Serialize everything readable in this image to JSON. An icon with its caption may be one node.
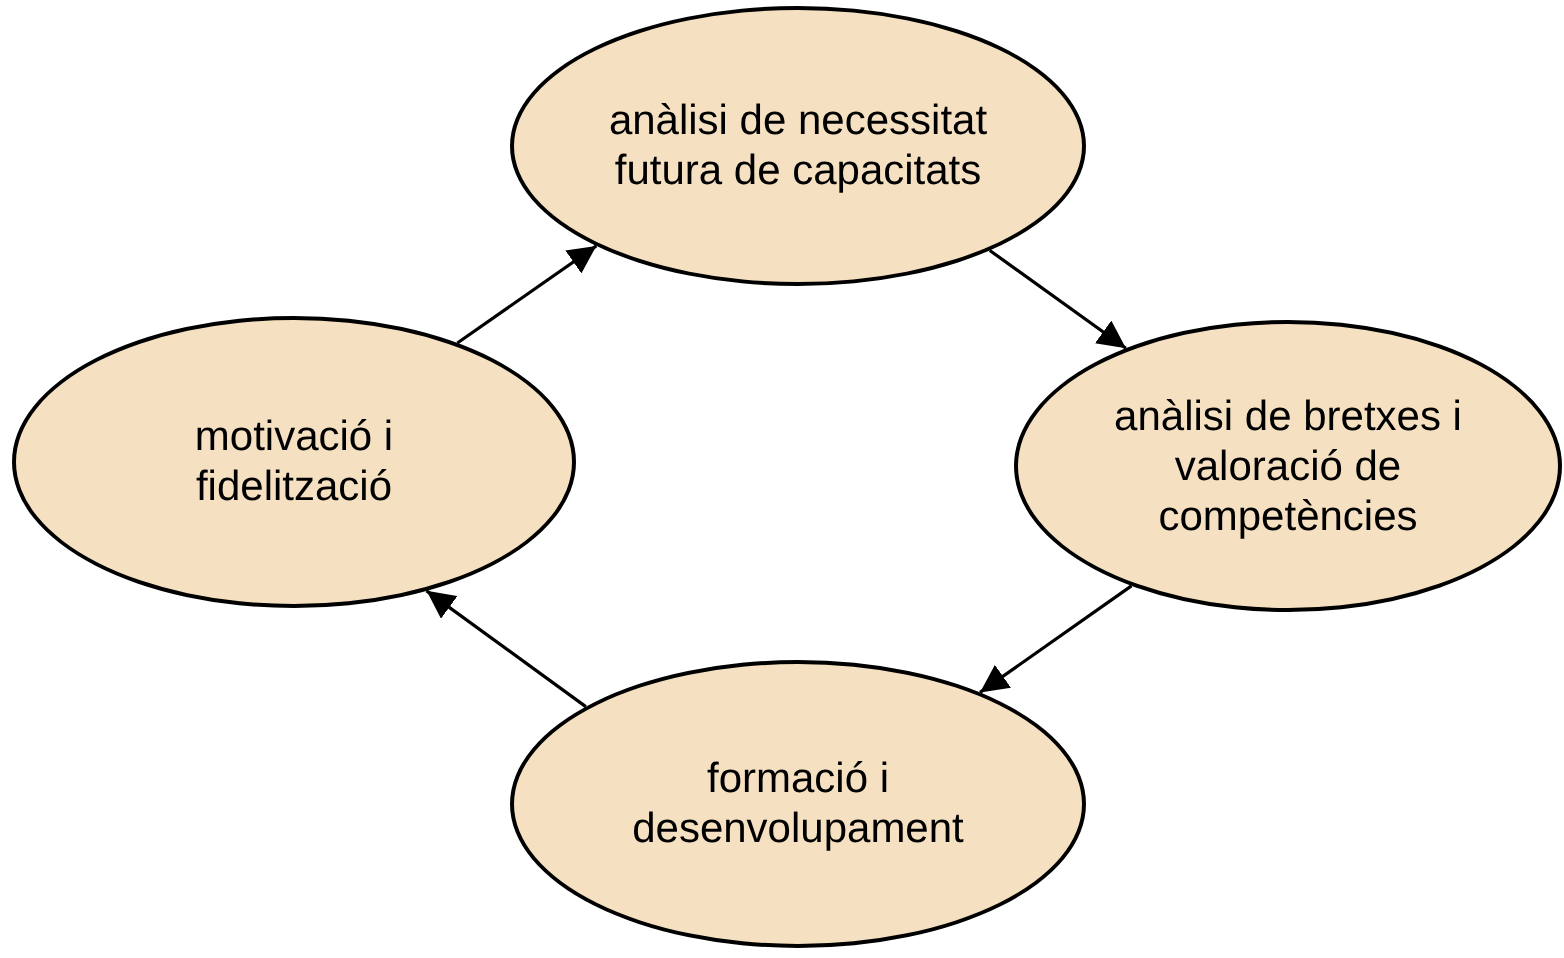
{
  "diagram": {
    "nodes": [
      {
        "text": [
          "anàlisi de necessitat futura de capacitats"
        ]
      },
      {
        "text": [
          "anàlisi de bretxes i valoració de competències"
        ]
      },
      {
        "text": [
          "formació i desenvolupament"
        ]
      },
      {
        "text": [
          "motivació i fidelització"
        ]
      }
    ],
    "edges": [
      {
        "from": 3,
        "to": 0,
        "arrow": "to"
      },
      {
        "from": 0,
        "to": 1,
        "arrow": "to"
      },
      {
        "from": 1,
        "to": 2,
        "arrow": "to"
      },
      {
        "from": 2,
        "to": 3,
        "arrow": "to"
      }
    ]
  }
}
